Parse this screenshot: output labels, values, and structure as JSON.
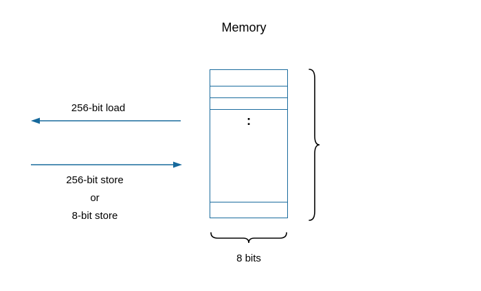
{
  "title": "Memory",
  "labels": {
    "load": "256-bit load",
    "store_line1": "256-bit store",
    "store_line2": "or",
    "store_line3": "8-bit store",
    "width_label": "8 bits",
    "ellipsis": ":"
  },
  "colors": {
    "accent": "#16699c",
    "brace": "#000000",
    "text": "#000000",
    "background": "#ffffff"
  },
  "diagram": {
    "memory_top_rows": 3,
    "memory_bottom_rows": 1,
    "arrows": [
      {
        "direction": "left",
        "label": "256-bit load"
      },
      {
        "direction": "right",
        "label": "256-bit store or 8-bit store"
      }
    ]
  }
}
